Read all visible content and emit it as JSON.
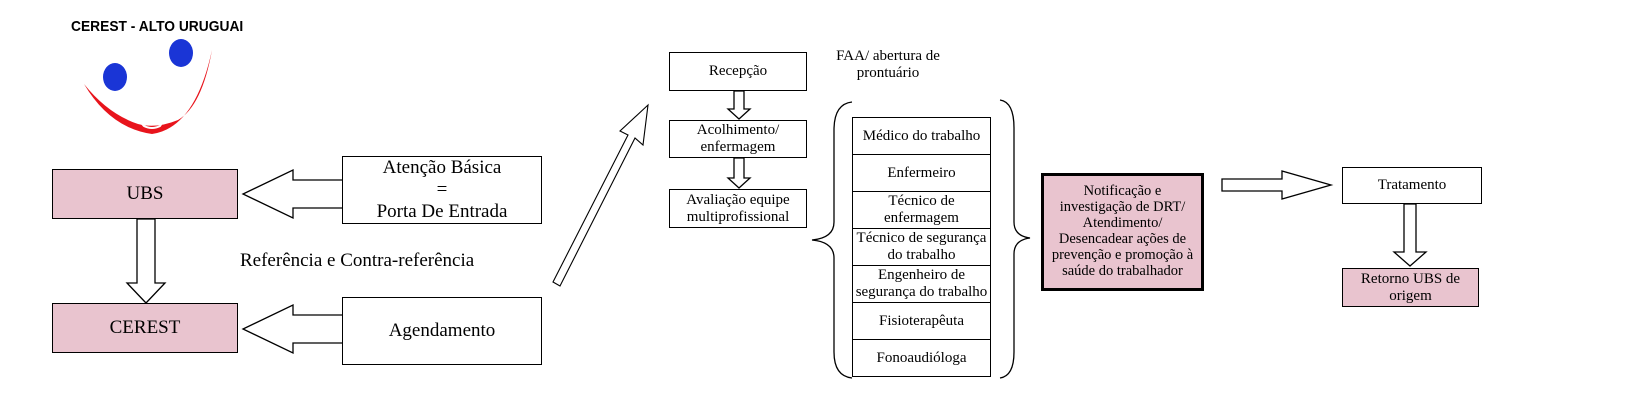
{
  "logo": {
    "title": "CEREST - ALTO URUGUAI"
  },
  "left": {
    "ubs": "UBS",
    "cerest": "CEREST",
    "atencao": {
      "line1": "Atenção Básica",
      "line2": "=",
      "line3": "Porta De Entrada"
    },
    "referencia": "Referência e Contra-referência",
    "agendamento": "Agendamento"
  },
  "flow": {
    "recepcao": "Recepção",
    "faa": {
      "line1": "FAA/ abertura de",
      "line2": "prontuário"
    },
    "acolhimento": {
      "line1": "Acolhimento/",
      "line2": "enfermagem"
    },
    "avaliacao": {
      "line1": "Avaliação equipe",
      "line2": "multiprofissional"
    }
  },
  "team": [
    {
      "line1": "Médico do trabalho",
      "line2": ""
    },
    {
      "line1": "Enfermeiro",
      "line2": ""
    },
    {
      "line1": "Técnico de",
      "line2": "enfermagem"
    },
    {
      "line1": "Técnico de segurança",
      "line2": "do trabalho"
    },
    {
      "line1": "Engenheiro de",
      "line2": "segurança do trabalho"
    },
    {
      "line1": "Fisioterapêuta",
      "line2": ""
    },
    {
      "line1": "Fonoaudióloga",
      "line2": ""
    }
  ],
  "notificacao": {
    "line1": "Notificação e",
    "line2": "investigação de DRT/",
    "line3": "Atendimento/",
    "line4": "Desencadear ações de",
    "line5": "prevenção e promoção à",
    "line6": "saúde do trabalhador"
  },
  "tratamento": "Tratamento",
  "retorno": {
    "line1": "Retorno UBS de",
    "line2": "origem"
  },
  "colors": {
    "pink": "#e9c4cf",
    "logo_red": "#e8141c",
    "logo_blue": "#1a35d6"
  }
}
